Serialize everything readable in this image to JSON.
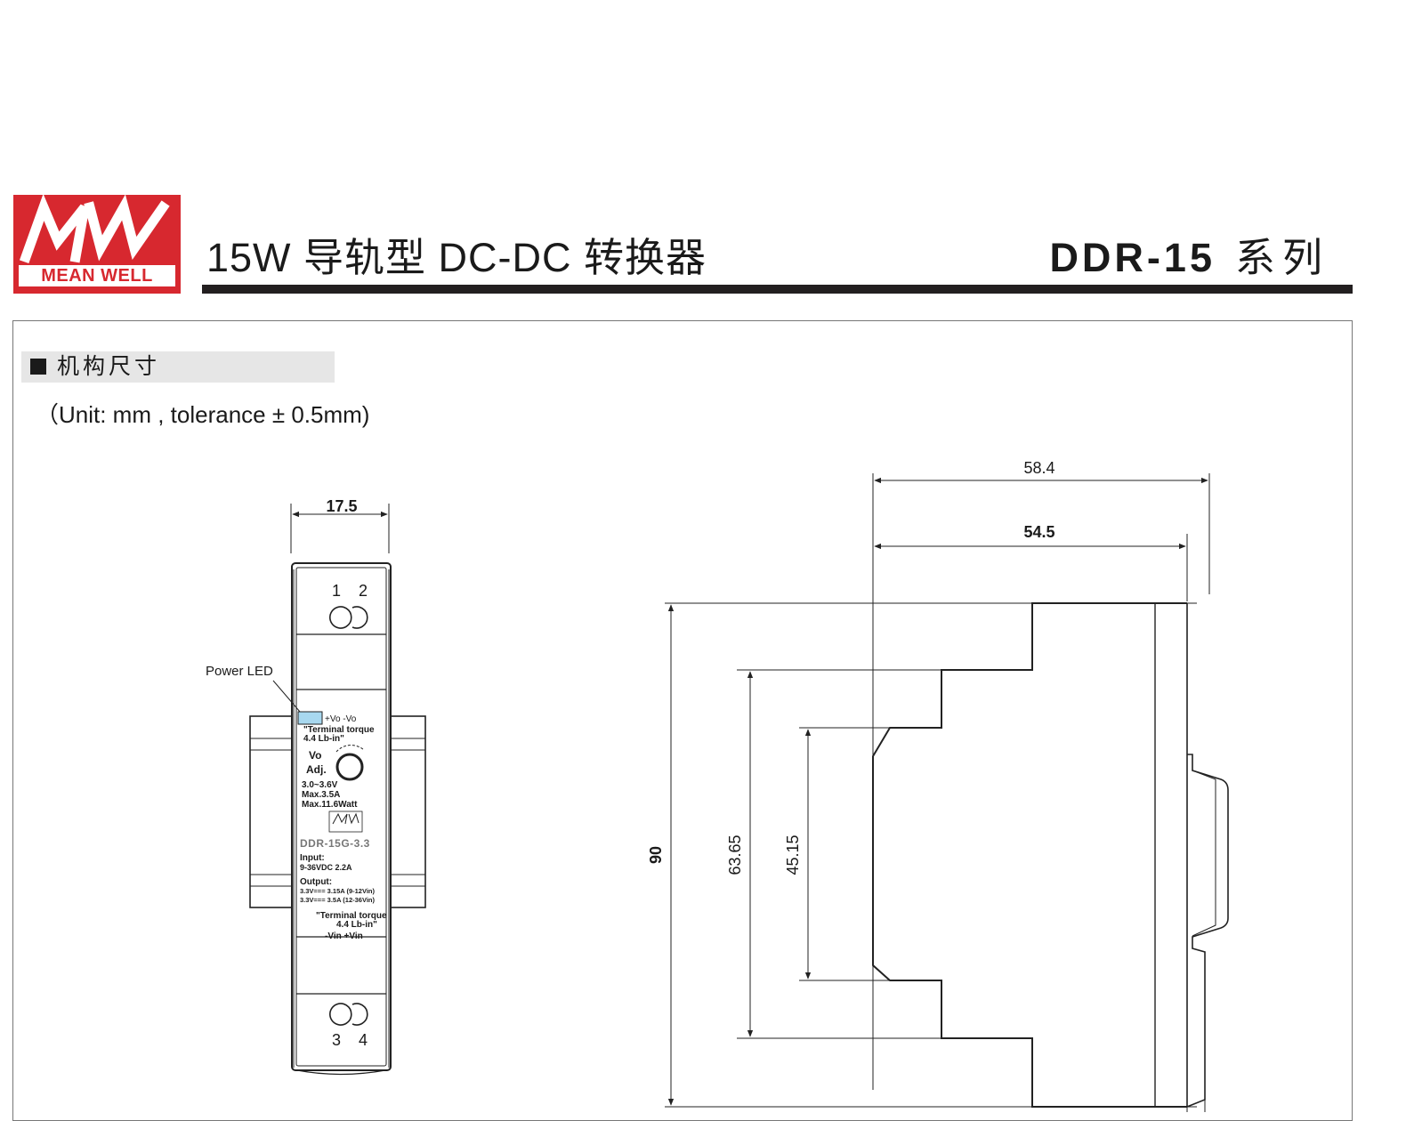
{
  "header": {
    "logo_text": "MEAN WELL",
    "title": "15W 导轨型 DC-DC 转换器",
    "model": "DDR-15",
    "series": "系列",
    "brand_color": "#d7282f"
  },
  "section": {
    "heading": "机构尺寸",
    "unit_note": "（Unit: mm , tolerance ± 0.5mm)"
  },
  "front_view": {
    "width_dim": "17.5",
    "terminals_top": [
      "1",
      "2"
    ],
    "terminals_bottom": [
      "3",
      "4"
    ],
    "power_led_label": "Power LED",
    "led_color": "#a8d8ef",
    "label_lines": {
      "out_pins": "+Vo   -Vo",
      "torque_top_1": "\"Terminal torque",
      "torque_top_2": "4.4 Lb-in\"",
      "vo": "Vo",
      "adj": "Adj.",
      "range": "3.0~3.6V",
      "max_a": "Max.3.5A",
      "max_w": "Max.11.6Watt",
      "model": "DDR-15G-3.3",
      "input_label": "Input:",
      "input_value": "9-36VDC   2.2A",
      "output_label": "Output:",
      "output_1": "3.3V=== 3.15A (9-12Vin)",
      "output_2": "3.3V=== 3.5A (12-36Vin)",
      "torque_bottom_1": "\"Terminal torque",
      "torque_bottom_2": "4.4 Lb-in\"",
      "in_pins": "-Vin   +Vin"
    }
  },
  "side_view": {
    "depth_overall": "58.4",
    "depth_body": "54.5",
    "height_overall": "90",
    "height_step": "63.65",
    "height_inner": "45.15"
  }
}
